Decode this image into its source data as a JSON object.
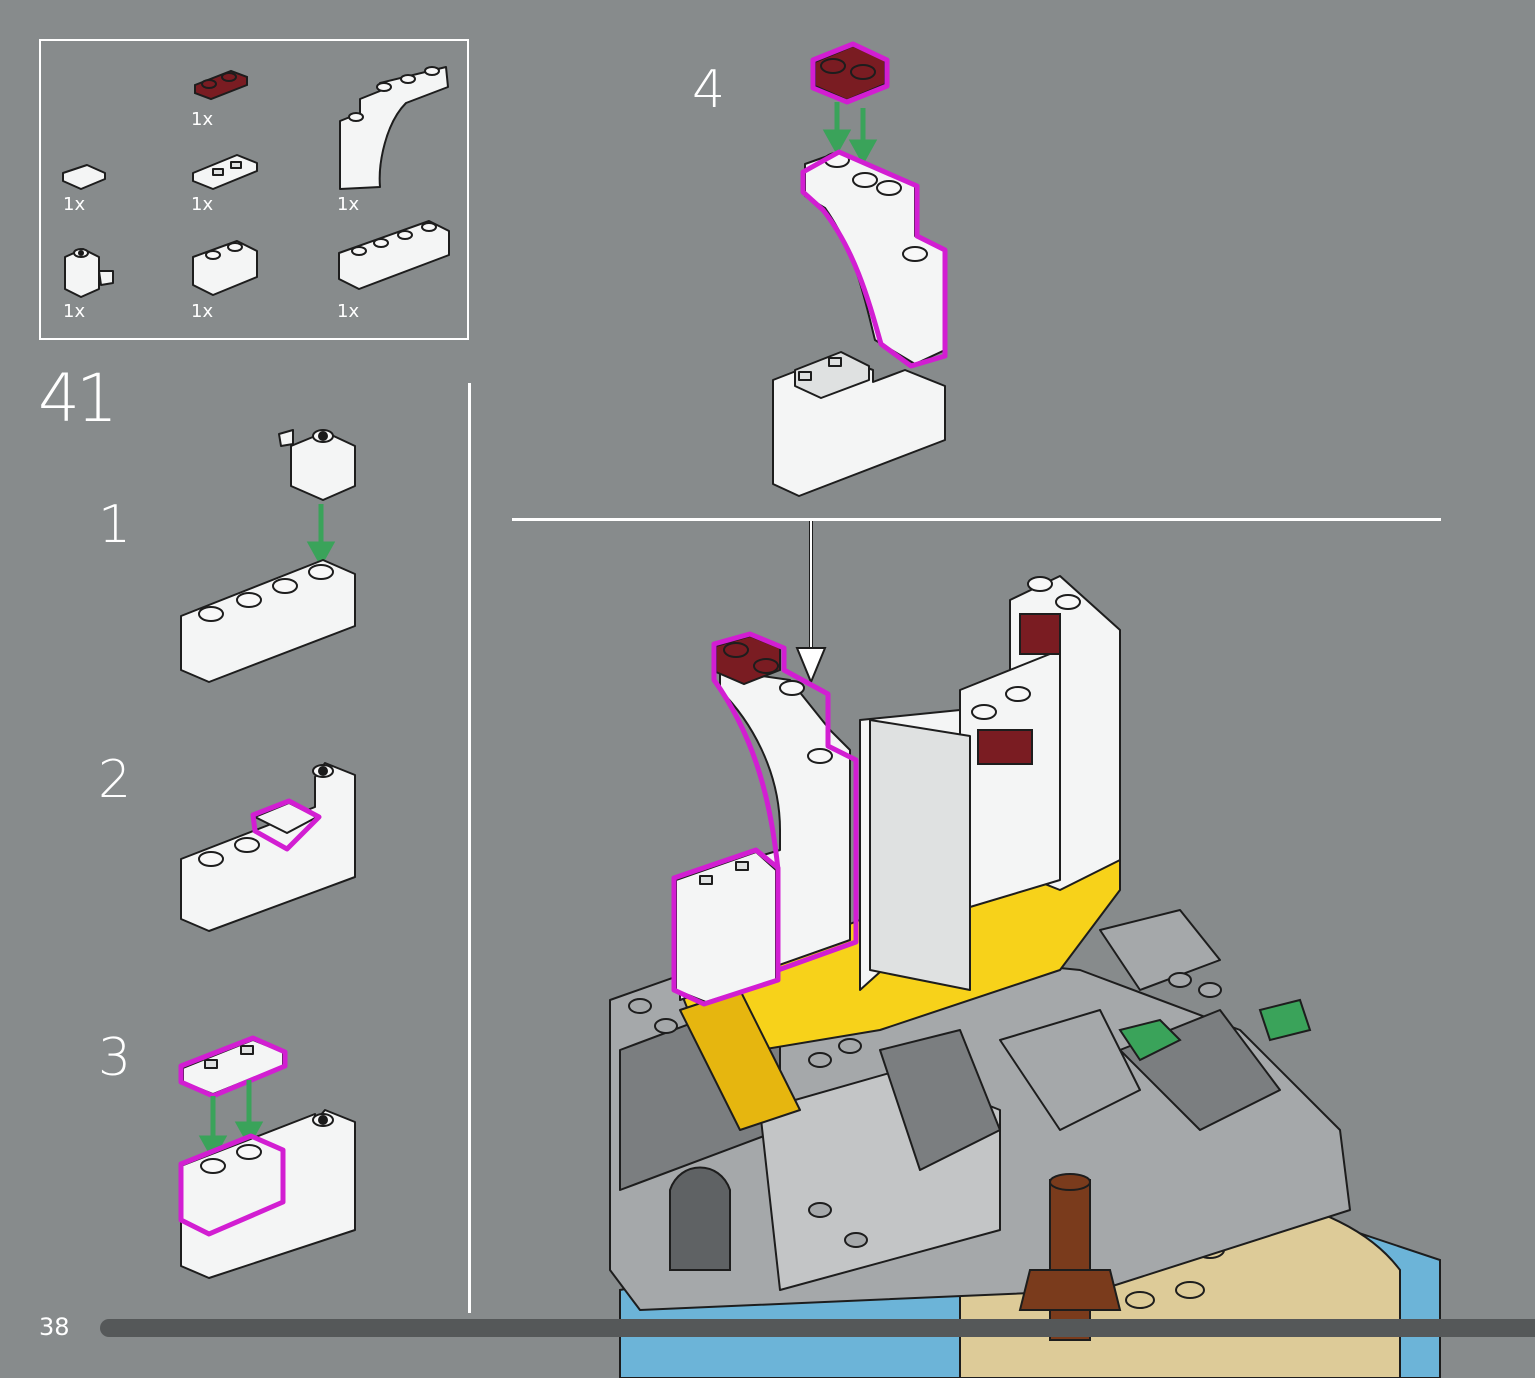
{
  "parts_list": {
    "items": [
      {
        "name": "dark-red-plate-1x2-rounded",
        "qty": "1x"
      },
      {
        "name": "white-arch-brick",
        "qty": "1x"
      },
      {
        "name": "white-tile-1x1",
        "qty": "1x"
      },
      {
        "name": "white-tile-1x2-grille",
        "qty": "1x"
      },
      {
        "name": "white-brick-1x1-clip",
        "qty": "1x"
      },
      {
        "name": "white-brick-1x2",
        "qty": "1x"
      },
      {
        "name": "white-brick-1x4",
        "qty": "1x"
      }
    ]
  },
  "main_step": "41",
  "sub_steps": [
    "1",
    "2",
    "3",
    "4"
  ],
  "page_number": "38",
  "colors": {
    "background": "#878b8c",
    "highlight": "#d21ed2",
    "arrow": "#3aa35a",
    "dark_red": "#7a1c22",
    "progress_bar": "#555859"
  }
}
